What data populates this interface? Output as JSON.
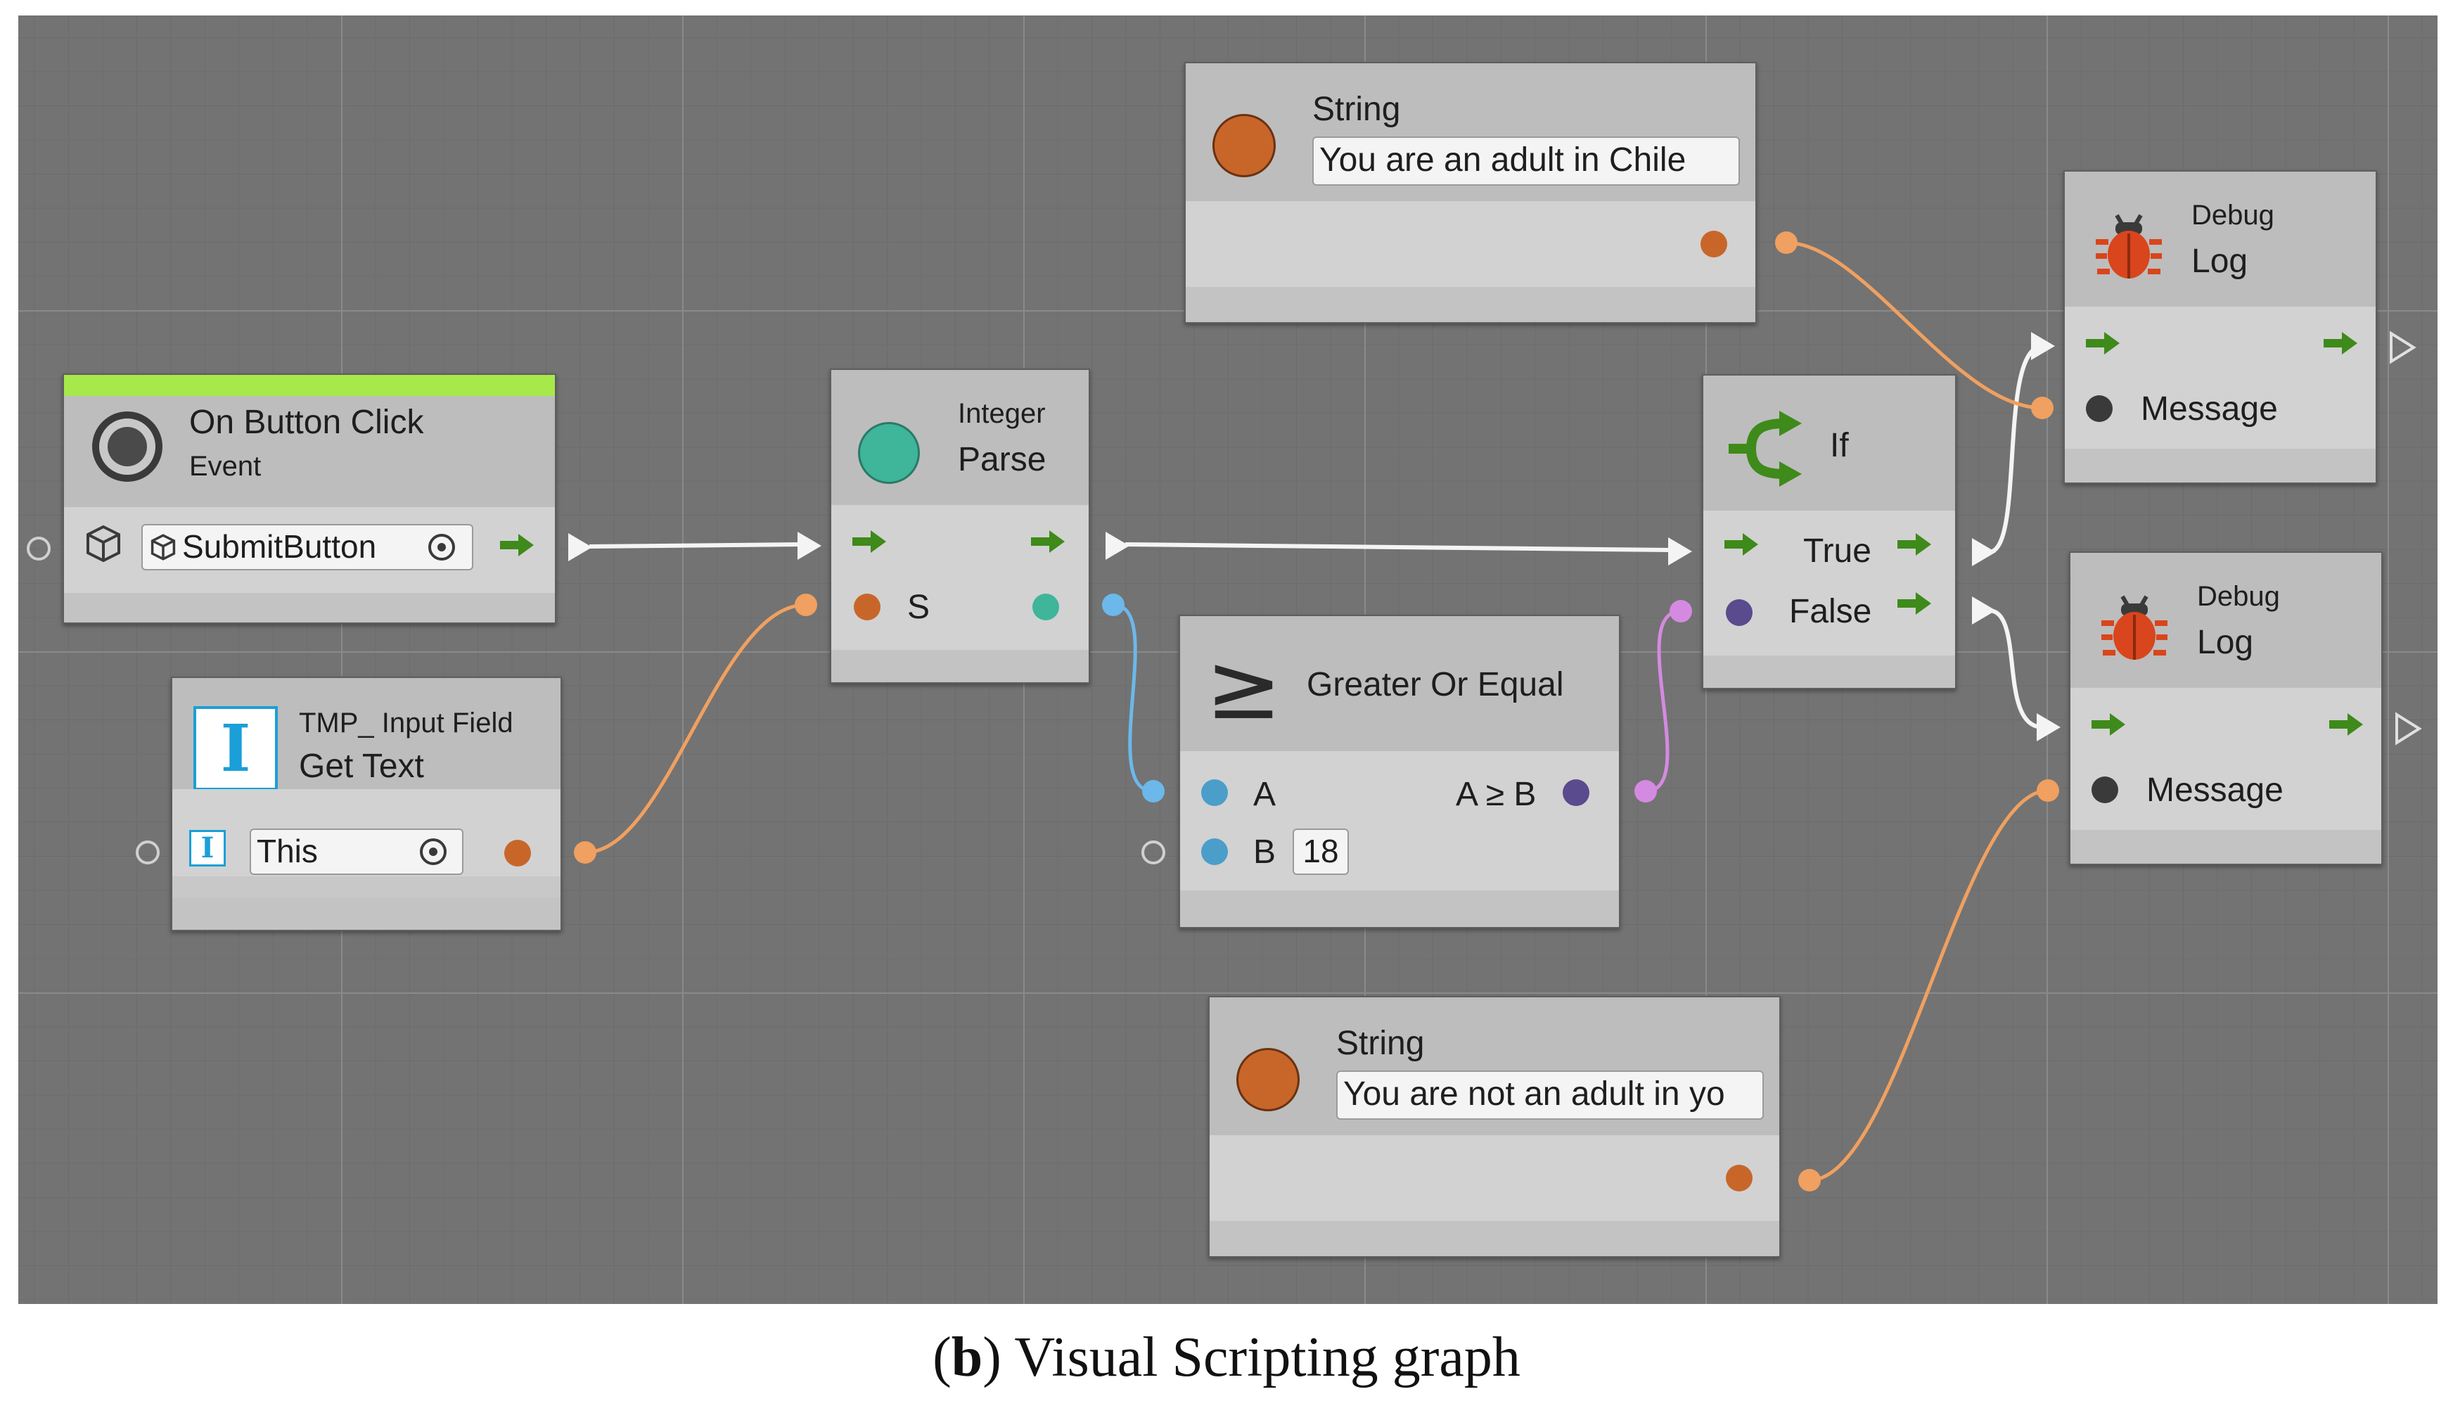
{
  "caption": {
    "prefix": "(",
    "letter": "b",
    "text": ") Visual Scripting graph"
  },
  "nodes": {
    "on_button_click": {
      "title": "On Button Click",
      "subtitle": "Event",
      "target_value": "SubmitButton",
      "accent_color": "#a7e84a"
    },
    "get_text": {
      "category": "TMP_ Input Field",
      "title": "Get Text",
      "target_value": "This"
    },
    "integer_parse": {
      "category": "Integer",
      "title": "Parse",
      "input_label": "S"
    },
    "greater_or_equal": {
      "symbol": "≥",
      "title": "Greater Or Equal",
      "input_a": "A",
      "input_b": "B",
      "b_value": "18",
      "output_label": "A ≥ B"
    },
    "if_node": {
      "title": "If",
      "true_label": "True",
      "false_label": "False"
    },
    "string_top": {
      "title": "String",
      "value": "You are an adult in Chile"
    },
    "string_bottom": {
      "title": "String",
      "value": "You are not an adult in yo"
    },
    "debug_log_top": {
      "category": "Debug",
      "title": "Log",
      "message_label": "Message"
    },
    "debug_log_bottom": {
      "category": "Debug",
      "title": "Log",
      "message_label": "Message"
    }
  },
  "colors": {
    "string_port": "#c8662a",
    "string_wire": "#f0a060",
    "integer_port": "#3fb59a",
    "integer_wire": "#6cb8ea",
    "boolean_port": "#5a4a8e",
    "boolean_wire": "#d48ae0",
    "flow_arrow": "#3e8a1a",
    "debug_icon": "#d9451c",
    "input_field_icon": "#1a9fd8"
  }
}
